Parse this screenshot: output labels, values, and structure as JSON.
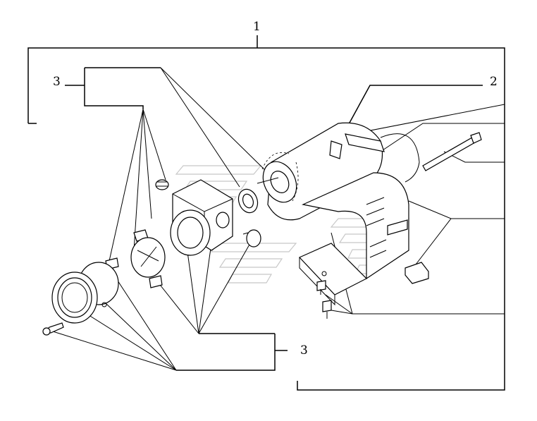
{
  "diagram": {
    "callouts": {
      "assembly": "1",
      "motor_stator": "2",
      "coupling_parts_upper": "3",
      "coupling_parts_lower": "3"
    }
  },
  "colors": {
    "ink": "#000000",
    "watermark": "#c8c8c8",
    "background": "#ffffff"
  }
}
